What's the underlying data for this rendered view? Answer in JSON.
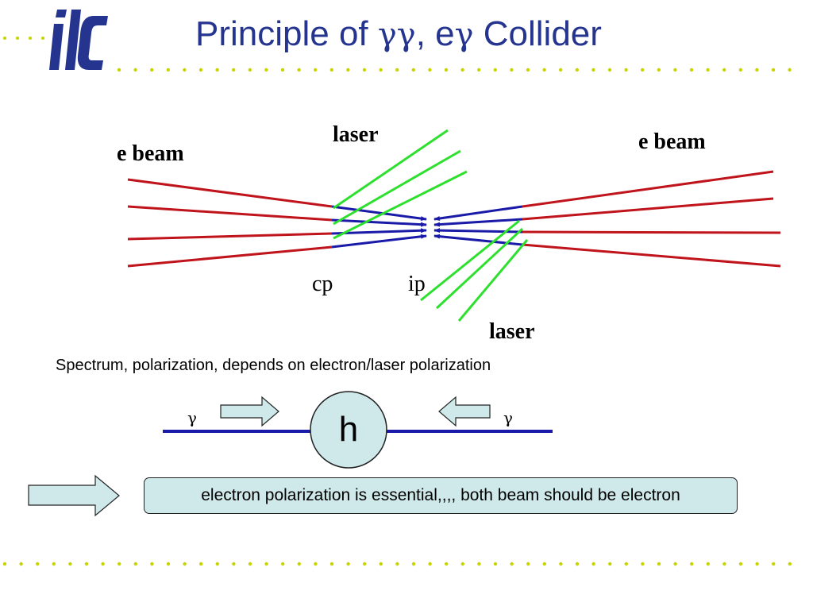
{
  "header": {
    "logo_text": "ilc",
    "title_prefix": "Principle of ",
    "title_gamma_gamma": "γγ",
    "title_sep": ", e",
    "title_gamma": "γ",
    "title_suffix": " Collider"
  },
  "diagram": {
    "laser_top_label": "laser",
    "laser_bottom_label": "laser",
    "e_beam_left_label": "e beam",
    "e_beam_right_label": "e beam",
    "cp_label": "cp",
    "ip_label": "ip"
  },
  "text": {
    "spectrum_note": "Spectrum, polarization, depends on electron/laser polarization"
  },
  "higgs_diagram": {
    "gamma_left": "γ",
    "gamma_right": "γ",
    "center_label": "h"
  },
  "callout": {
    "message": "electron polarization is essential,,,, both beam should be electron"
  },
  "colors": {
    "title": "#25358f",
    "logo": "#25358f",
    "dots": "#c8d400",
    "e_beam": "#c0141c",
    "photon": "#1a1aa8",
    "laser": "#2ee02e",
    "arrow_fill": "#cfe9ea",
    "circle_fill": "#cfe9ea"
  }
}
